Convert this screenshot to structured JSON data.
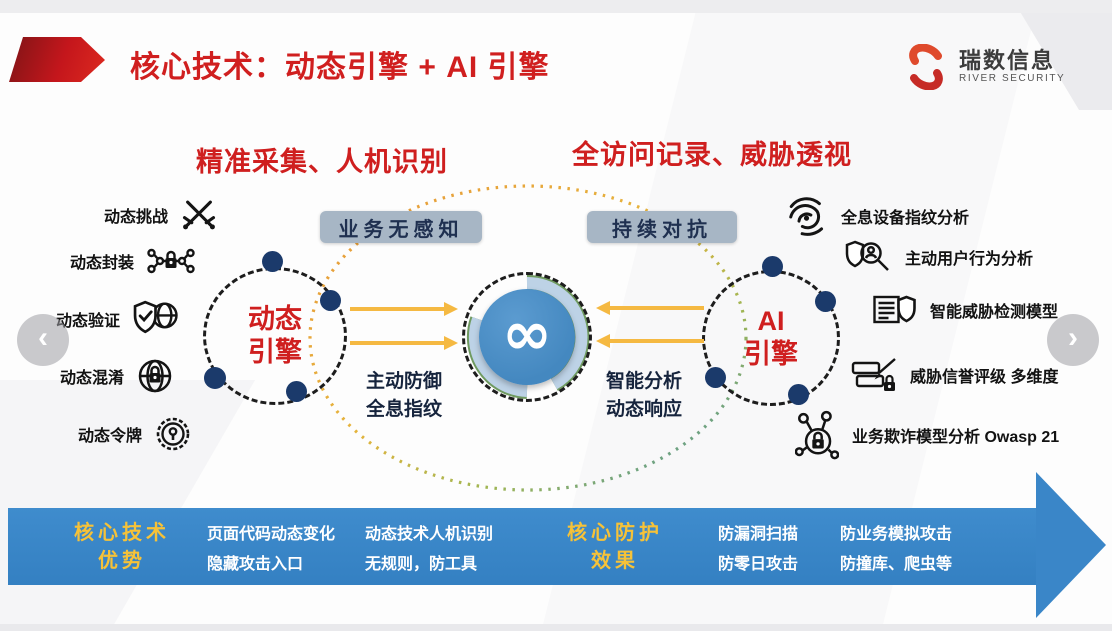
{
  "title": "核心技术：动态引擎 + AI 引擎",
  "logo": {
    "company": "瑞数信息",
    "tagline": "RIVER SECURITY"
  },
  "section_headings": {
    "left": "精准采集、人机识别",
    "right": "全访问记录、威胁透视"
  },
  "left_capabilities": [
    {
      "label": "动态挑战",
      "icon": "crossed-swords-icon"
    },
    {
      "label": "动态封装",
      "icon": "network-lock-icon"
    },
    {
      "label": "动态验证",
      "icon": "shield-check-globe-icon"
    },
    {
      "label": "动态混淆",
      "icon": "globe-lock-icon"
    },
    {
      "label": "动态令牌",
      "icon": "badge-lock-icon"
    }
  ],
  "right_capabilities": [
    {
      "label": "全息设备指纹分析",
      "icon": "fingerprint-icon"
    },
    {
      "label": "主动用户行为分析",
      "icon": "user-behavior-analysis-icon"
    },
    {
      "label": "智能威胁检测模型",
      "icon": "threat-detection-model-icon"
    },
    {
      "label": "威胁信誉评级 多维度",
      "icon": "reputation-rating-icon"
    },
    {
      "label": "业务欺诈模型分析 Owasp 21",
      "icon": "fraud-network-icon"
    }
  ],
  "engines": {
    "dynamic": {
      "line1": "动态",
      "line2": "引擎"
    },
    "ai": {
      "line1": "AI",
      "line2": "引擎"
    }
  },
  "badges": {
    "left": "业务无感知",
    "right": "持续对抗"
  },
  "hub": {
    "symbol": "∞"
  },
  "flow_texts": {
    "left": {
      "line1": "主动防御",
      "line2": "全息指纹"
    },
    "right": {
      "line1": "智能分析",
      "line2": "动态响应"
    }
  },
  "banner": {
    "advantage": {
      "title_line1": "核心技术",
      "title_line2": "优势",
      "columns": [
        {
          "line1": "页面代码动态变化",
          "line2": "隐藏攻击入口"
        },
        {
          "line1": "动态技术人机识别",
          "line2": "无规则，防工具"
        }
      ]
    },
    "effect": {
      "title_line1": "核心防护",
      "title_line2": "效果",
      "columns": [
        {
          "line1": "防漏洞扫描",
          "line2": "防零日攻击"
        },
        {
          "line1": "防业务模拟攻击",
          "line2": "防撞库、爬虫等"
        }
      ]
    }
  },
  "nav": {
    "prev": "‹",
    "next": "›"
  },
  "colors": {
    "accent_red": "#cf1f1f",
    "banner_blue": "#3a86c8",
    "highlight_yellow": "#f6c238",
    "node_navy": "#1b3a6b",
    "badge_gray": "#a7b6c5",
    "arrow_yellow": "#f5b942",
    "hub_blue": "#4a8ec6",
    "arc_orange": "#e8973a",
    "arc_teal": "#3e8fae"
  }
}
